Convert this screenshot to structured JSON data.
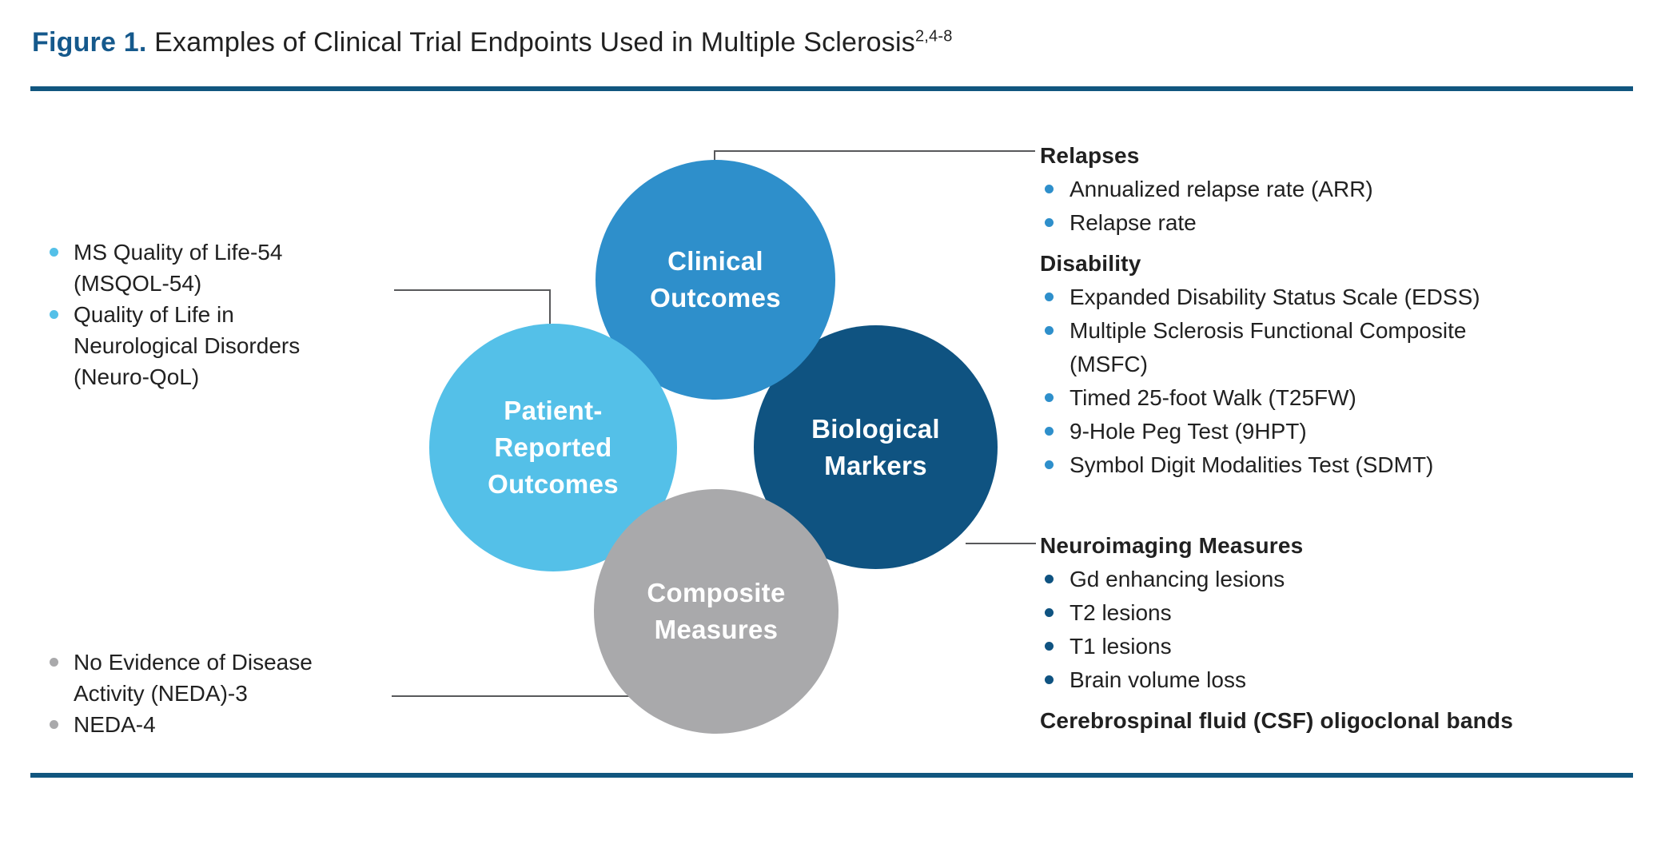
{
  "figure": {
    "label": "Figure 1.",
    "title": "Examples of Clinical Trial Endpoints Used in Multiple Sclerosis",
    "superscript": "2,4-8"
  },
  "colors": {
    "title_blue": "#15598C",
    "rule_blue": "#11567F",
    "clinical_circle": "#2E8FCB",
    "patient_circle": "#54C0E8",
    "biological_circle": "#0F5381",
    "composite_circle": "#A9A9AB",
    "bullet_blue": "#2E8FCB",
    "bullet_dark_blue": "#0F5381",
    "bullet_light_blue": "#54C0E8",
    "bullet_gray": "#A9A9AB",
    "connector_gray": "#58595B",
    "body_text": "#212121"
  },
  "circles": {
    "clinical": {
      "label": "Clinical\nOutcomes"
    },
    "patient": {
      "label": "Patient-\nReported\nOutcomes"
    },
    "biological": {
      "label": "Biological\nMarkers"
    },
    "composite": {
      "label": "Composite\nMeasures"
    }
  },
  "left_top_list": {
    "items": [
      "MS Quality of Life-54 (MSQOL-54)",
      "Quality of Life in Neurological Disorders (Neuro-QoL)"
    ]
  },
  "left_bottom_list": {
    "items": [
      "No Evidence of Disease Activity (NEDA)-3",
      "NEDA-4"
    ]
  },
  "right_column": {
    "sections": [
      {
        "heading": "Relapses",
        "items": [
          "Annualized relapse rate (ARR)",
          "Relapse rate"
        ]
      },
      {
        "heading": "Disability",
        "items": [
          "Expanded Disability Status Scale (EDSS)",
          "Multiple Sclerosis Functional Composite (MSFC)",
          "Timed 25-foot Walk (T25FW)",
          "9-Hole Peg Test (9HPT)",
          "Symbol Digit Modalities Test (SDMT)"
        ]
      },
      {
        "heading": "Neuroimaging Measures",
        "items": [
          "Gd enhancing lesions",
          "T2 lesions",
          "T1 lesions",
          "Brain volume loss"
        ]
      },
      {
        "heading": "Cerebrospinal fluid (CSF) oligoclonal bands",
        "items": []
      }
    ]
  }
}
